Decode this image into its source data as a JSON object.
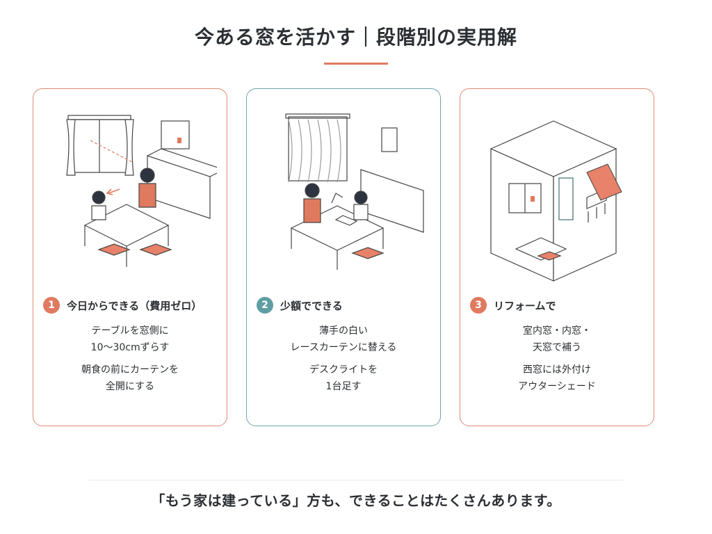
{
  "title": "今ある窓を活かす｜段階別の実用解",
  "colors": {
    "accent": "#e07a5f",
    "teal": "#5e9ea3"
  },
  "cards": [
    {
      "number": "1",
      "heading": "今日からできる（費用ゼロ）",
      "tips": [
        [
          "テーブルを窓側に",
          "10〜30cmずらす"
        ],
        [
          "朝食の前にカーテンを",
          "全開にする"
        ]
      ]
    },
    {
      "number": "2",
      "heading": "少額でできる",
      "tips": [
        [
          "薄手の白い",
          "レースカーテンに替える"
        ],
        [
          "デスクライトを",
          "1台足す"
        ]
      ]
    },
    {
      "number": "3",
      "heading": "リフォームで",
      "tips": [
        [
          "室内窓・内窓・",
          "天窓で補う"
        ],
        [
          "西窓には外付け",
          "アウターシェード"
        ]
      ]
    }
  ],
  "footer": "「もう家は建っている」方も、できることはたくさんあります。"
}
